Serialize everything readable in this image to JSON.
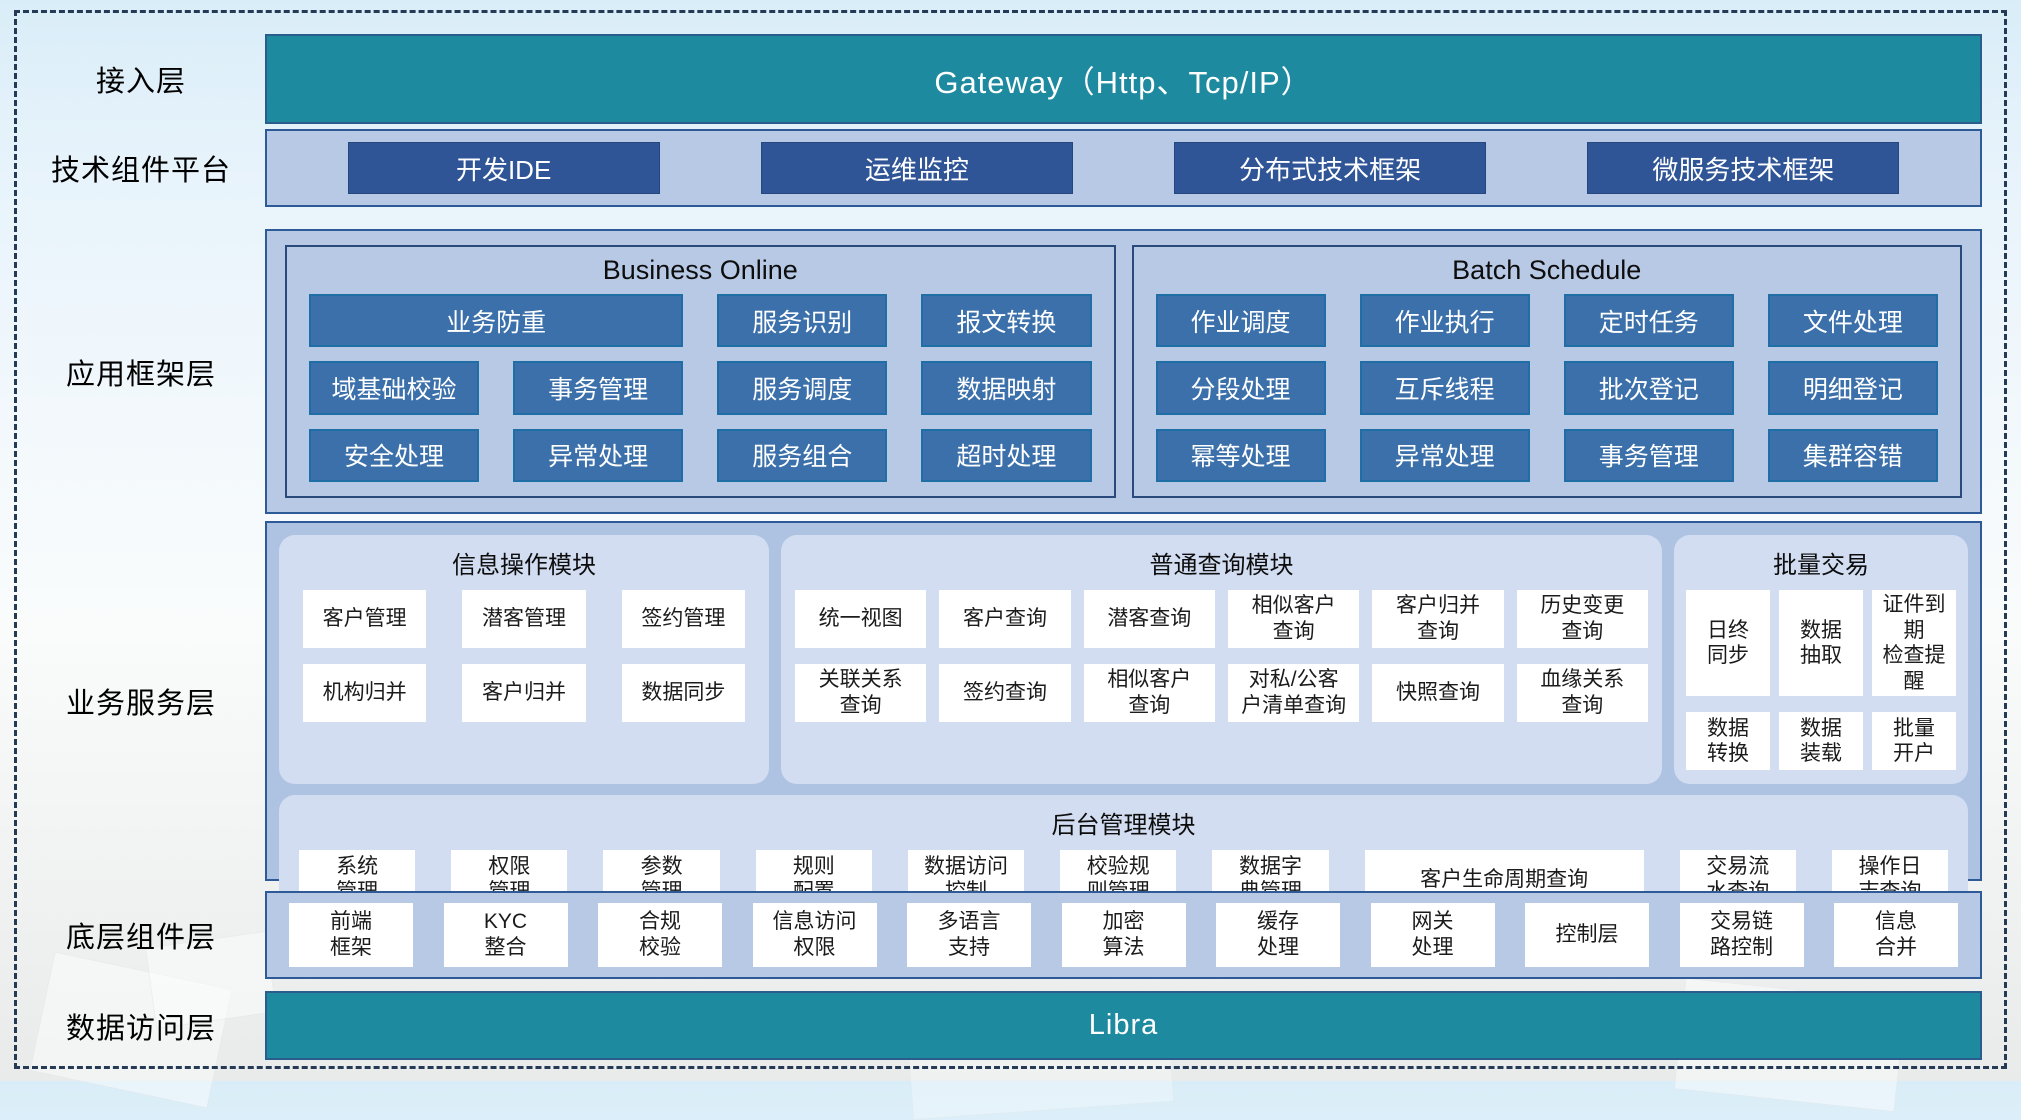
{
  "colors": {
    "teal": "#1e8aa0",
    "navy_button": "#2f5597",
    "steel_button": "#3b70ab",
    "panel_light_blue": "#b7c9e5",
    "module_lavender": "#d2ddf2",
    "border_blue": "#2e5b97"
  },
  "layers": {
    "access": {
      "label": "接入层",
      "bar": "Gateway（Http、Tcp/IP）"
    },
    "tech": {
      "label": "技术组件平台",
      "buttons": [
        "开发IDE",
        "运维监控",
        "分布式技术框架",
        "微服务技术框架"
      ]
    },
    "app": {
      "label": "应用框架层",
      "groups": [
        {
          "title": "Business Online",
          "items": [
            {
              "label": "业务防重",
              "span": 2
            },
            "服务识别",
            "报文转换",
            "域基础校验",
            "事务管理",
            "服务调度",
            "数据映射",
            "安全处理",
            "异常处理",
            "服务组合",
            "超时处理"
          ]
        },
        {
          "title": "Batch Schedule",
          "items": [
            "作业调度",
            "作业执行",
            "定时任务",
            "文件处理",
            "分段处理",
            "互斥线程",
            "批次登记",
            "明细登记",
            "幂等处理",
            "异常处理",
            "事务管理",
            "集群容错"
          ]
        }
      ]
    },
    "service": {
      "label": "业务服务层",
      "modules": [
        {
          "title": "信息操作模块",
          "cells": [
            "客户管理",
            "潜客管理",
            "签约管理",
            "机构归并",
            "客户归并",
            "数据同步"
          ]
        },
        {
          "title": "普通查询模块",
          "cells": [
            "统一视图",
            "客户查询",
            "潜客查询",
            "相似客户\n查询",
            "客户归并\n查询",
            "历史变更\n查询",
            "关联关系\n查询",
            "签约查询",
            "相似客户\n查询",
            "对私/公客\n户清单查询",
            "快照查询",
            "血缘关系\n查询"
          ]
        },
        {
          "title": "批量交易",
          "cells": [
            "日终\n同步",
            "数据\n抽取",
            "证件到期\n检查提醒",
            "数据\n转换",
            "数据\n装载",
            "批量\n开户"
          ]
        }
      ],
      "admin": {
        "title": "后台管理模块",
        "cells": [
          "系统\n管理",
          "权限\n管理",
          "参数\n管理",
          "规则\n配置",
          "数据访问\n控制",
          "校验规\n则管理",
          "数据字\n典管理",
          {
            "label": "客户生命周期查询",
            "wide": true
          },
          "交易流\n水查询",
          "操作日\n志查询"
        ]
      }
    },
    "base": {
      "label": "底层组件层",
      "cells": [
        "前端\n框架",
        "KYC\n整合",
        "合规\n校验",
        "信息访问\n权限",
        "多语言\n支持",
        "加密\n算法",
        "缓存\n处理",
        "网关\n处理",
        "控制层",
        "交易链\n路控制",
        "信息\n合并"
      ]
    },
    "dataAccess": {
      "label": "数据访问层",
      "bar": "Libra"
    }
  }
}
